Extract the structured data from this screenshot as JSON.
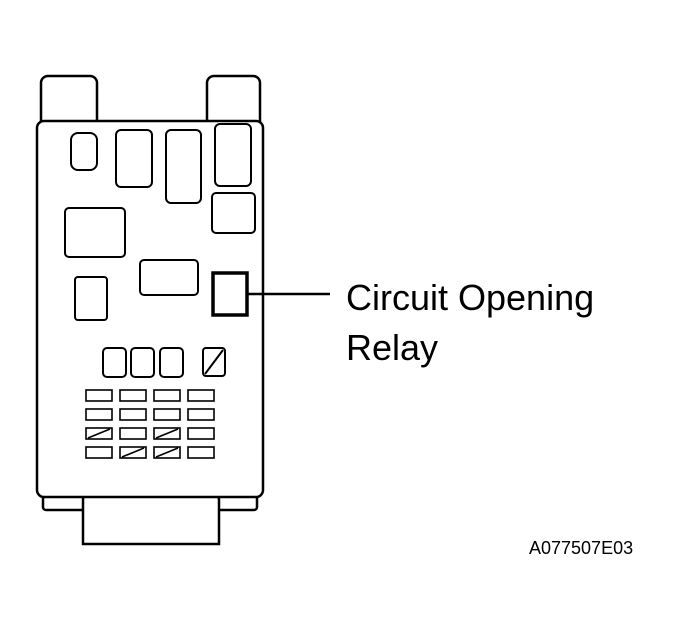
{
  "callout": {
    "line1": "Circuit Opening",
    "line2": "Relay"
  },
  "figure_code": "A077507E03",
  "colors": {
    "stroke": "#000000",
    "background": "#ffffff"
  }
}
